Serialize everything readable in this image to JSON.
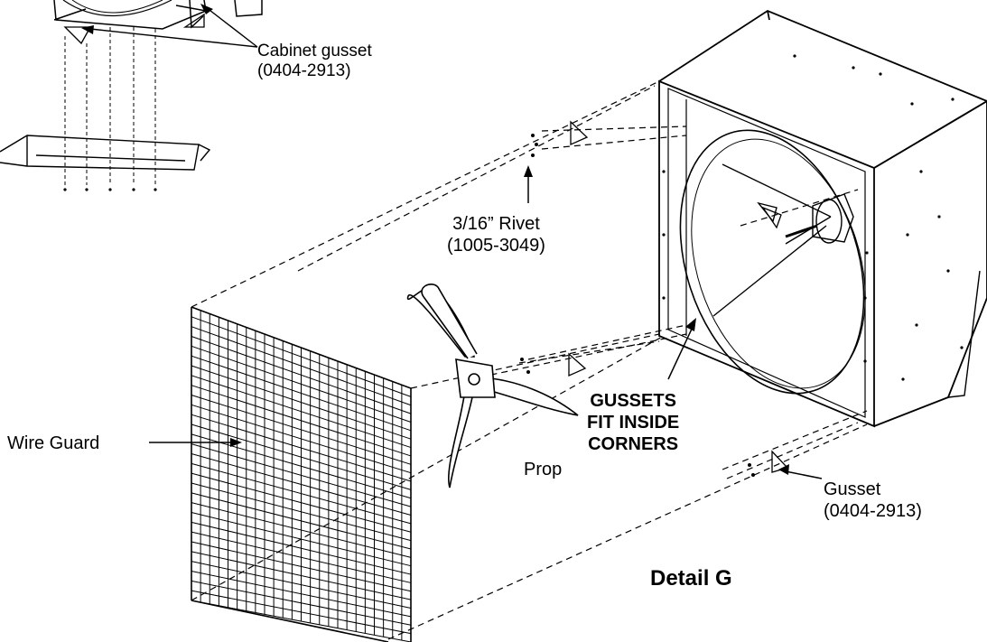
{
  "labels": {
    "cabinet_gusset": {
      "name": "Cabinet gusset",
      "part": "(0404-2913)"
    },
    "rivet": {
      "name": "3/16” Rivet",
      "part": "(1005-3049)"
    },
    "gussets_note": [
      "GUSSETS",
      "FIT INSIDE",
      "CORNERS"
    ],
    "wire_guard": "Wire Guard",
    "prop": "Prop",
    "gusset": {
      "name": "Gusset",
      "part": "(0404-2913)"
    },
    "detail": "Detail G"
  },
  "colors": {
    "line": "#000000",
    "background": "#ffffff"
  }
}
